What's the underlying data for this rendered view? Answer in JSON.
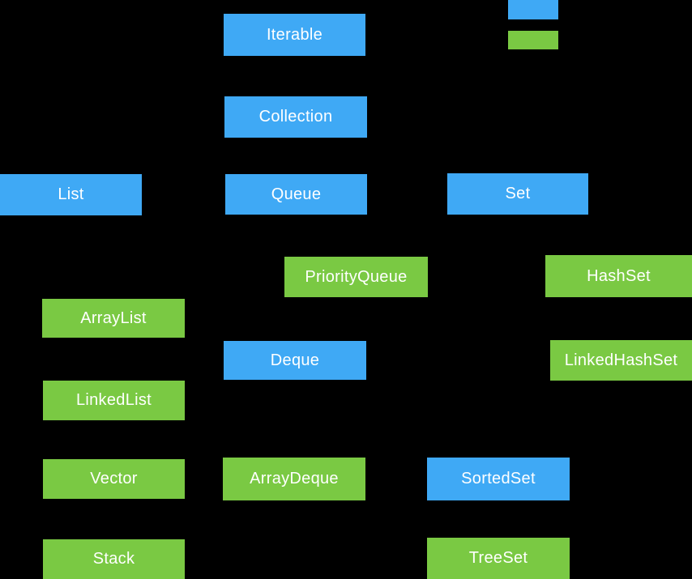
{
  "diagram": {
    "colors": {
      "interface": "#3FA9F5",
      "class": "#7AC943",
      "background": "#000000",
      "text": "#FFFFFF"
    },
    "legend": {
      "swatches": [
        {
          "name": "interface-swatch",
          "type": "interface"
        },
        {
          "name": "class-swatch",
          "type": "class"
        }
      ]
    },
    "nodes": [
      {
        "label": "Iterable",
        "type": "interface"
      },
      {
        "label": "Collection",
        "type": "interface"
      },
      {
        "label": "List",
        "type": "interface"
      },
      {
        "label": "Queue",
        "type": "interface"
      },
      {
        "label": "Set",
        "type": "interface"
      },
      {
        "label": "PriorityQueue",
        "type": "class"
      },
      {
        "label": "HashSet",
        "type": "class"
      },
      {
        "label": "ArrayList",
        "type": "class"
      },
      {
        "label": "Deque",
        "type": "interface"
      },
      {
        "label": "LinkedHashSet",
        "type": "class"
      },
      {
        "label": "LinkedList",
        "type": "class"
      },
      {
        "label": "Vector",
        "type": "class"
      },
      {
        "label": "ArrayDeque",
        "type": "class"
      },
      {
        "label": "SortedSet",
        "type": "interface"
      },
      {
        "label": "Stack",
        "type": "class"
      },
      {
        "label": "TreeSet",
        "type": "class"
      }
    ]
  }
}
